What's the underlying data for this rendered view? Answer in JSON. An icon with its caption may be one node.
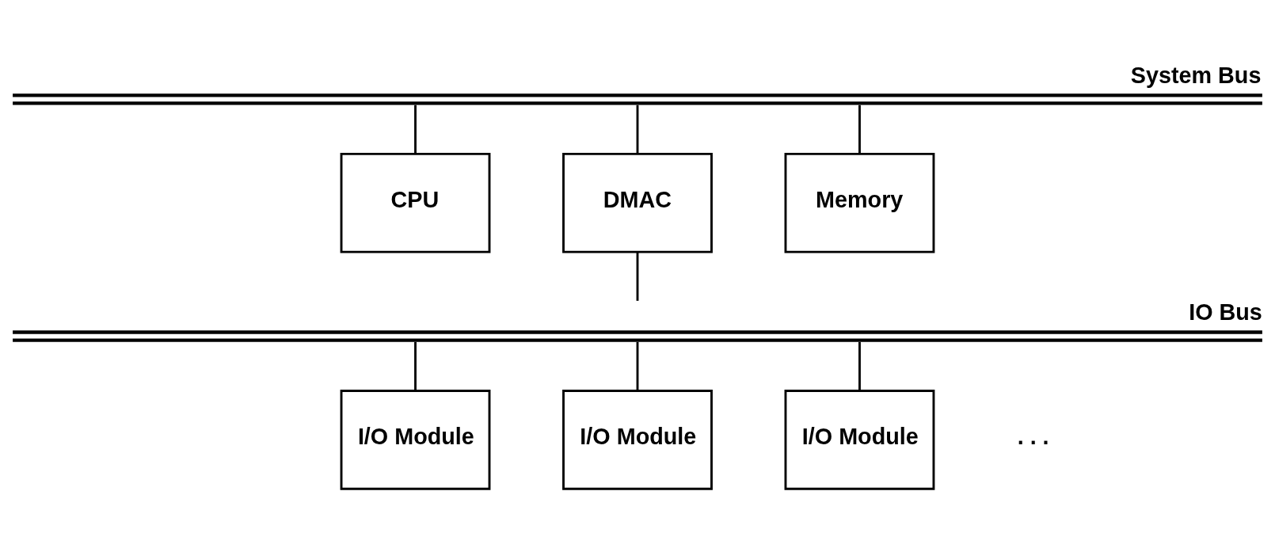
{
  "diagram": {
    "nodes": [
      {
        "text": [
          "System Bus"
        ]
      },
      {
        "text": [
          "CPU"
        ]
      },
      {
        "text": [
          "DMAC"
        ]
      },
      {
        "text": [
          "Memory"
        ]
      },
      {
        "text": [
          "IO Bus"
        ]
      },
      {
        "text": [
          "I/O Module"
        ]
      },
      {
        "text": [
          "I/O Module"
        ]
      },
      {
        "text": [
          "I/O Module"
        ]
      }
    ],
    "edges": [
      {
        "from": 0,
        "to": 1,
        "arrow": "none"
      },
      {
        "from": 0,
        "to": 2,
        "arrow": "none"
      },
      {
        "from": 0,
        "to": 3,
        "arrow": "none"
      },
      {
        "from": 2,
        "to": 4,
        "arrow": "none"
      },
      {
        "from": 4,
        "to": 5,
        "arrow": "none"
      },
      {
        "from": 4,
        "to": 6,
        "arrow": "none"
      },
      {
        "from": 4,
        "to": 7,
        "arrow": "none"
      }
    ],
    "labels": [
      ". . ."
    ]
  }
}
